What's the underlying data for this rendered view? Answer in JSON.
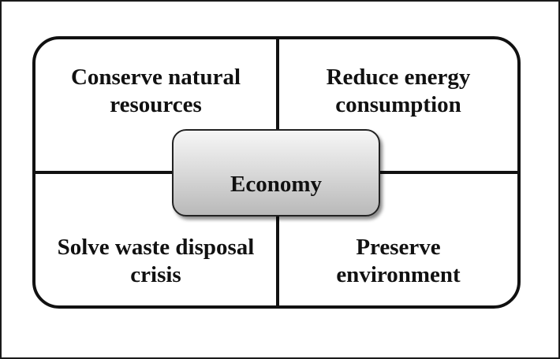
{
  "diagram": {
    "center": {
      "label": "Economy"
    },
    "quadrants": {
      "top_left": "Conserve natural\nresources",
      "top_right": "Reduce energy\nconsumption",
      "bottom_left": "Solve waste disposal\ncrisis",
      "bottom_right": "Preserve\nenvironment"
    }
  }
}
